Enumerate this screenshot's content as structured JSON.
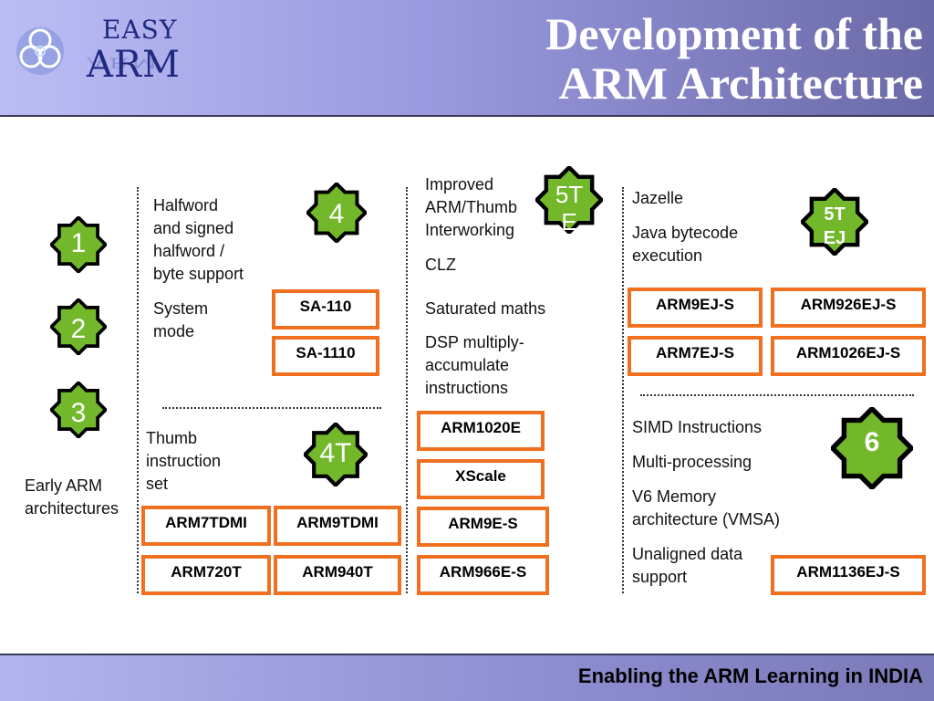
{
  "header": {
    "title_line1": "Development of the",
    "title_line2": "ARM Architecture",
    "logo_easy": "EASY",
    "logo_arm": "ARM",
    "colors": {
      "header_gradient": [
        "#bcbcf4",
        "#6a6aa8"
      ],
      "logo": "#1f2a80"
    }
  },
  "footer": {
    "text": "Enabling the ARM Learning in INDIA"
  },
  "badges": {
    "b1": "1",
    "b2": "2",
    "b3": "3",
    "b4": "4",
    "b4t": "4T",
    "b5te_line1": "5T",
    "b5te_line2": "E",
    "b5tej_line1": "5T",
    "b5tej_line2": "EJ",
    "b6": "6",
    "colors": {
      "fill": "#72b82a",
      "outline": "#000000",
      "text": "#ffffff"
    }
  },
  "col1": {
    "early_line1": "Early ARM",
    "early_line2": "architectures"
  },
  "col2": {
    "v4_line1": "Halfword",
    "v4_line2": "and signed",
    "v4_line3": "halfword /",
    "v4_line4": "byte support",
    "v4_line5": "System",
    "v4_line6": "mode",
    "v4t_line1": "Thumb",
    "v4t_line2": "instruction",
    "v4t_line3": "set"
  },
  "col3": {
    "line1": "Improved",
    "line2": "ARM/Thumb",
    "line3": "Interworking",
    "line4": "CLZ",
    "line5": "Saturated maths",
    "line6": "DSP multiply-",
    "line7": "accumulate",
    "line8": "instructions"
  },
  "col4": {
    "line1": "Jazelle",
    "line2": "Java bytecode",
    "line3": "execution",
    "v6_line1": "SIMD Instructions",
    "v6_line2": "Multi-processing",
    "v6_line3": "V6 Memory",
    "v6_line4": "architecture (VMSA)",
    "v6_line5": "Unaligned data",
    "v6_line6": "support"
  },
  "chips": {
    "sa110": "SA-110",
    "sa1110": "SA-1110",
    "arm7tdmi": "ARM7TDMI",
    "arm9tdmi": "ARM9TDMI",
    "arm720t": "ARM720T",
    "arm940t": "ARM940T",
    "arm1020e": "ARM1020E",
    "xscale": "XScale",
    "arm9es": "ARM9E-S",
    "arm966es": "ARM966E-S",
    "arm9ejs": "ARM9EJ-S",
    "arm926ejs": "ARM926EJ-S",
    "arm7ejs": "ARM7EJ-S",
    "arm1026ejs": "ARM1026EJ-S",
    "arm1136ejs": "ARM1136EJ-S",
    "colors": {
      "border": "#f07020"
    }
  }
}
